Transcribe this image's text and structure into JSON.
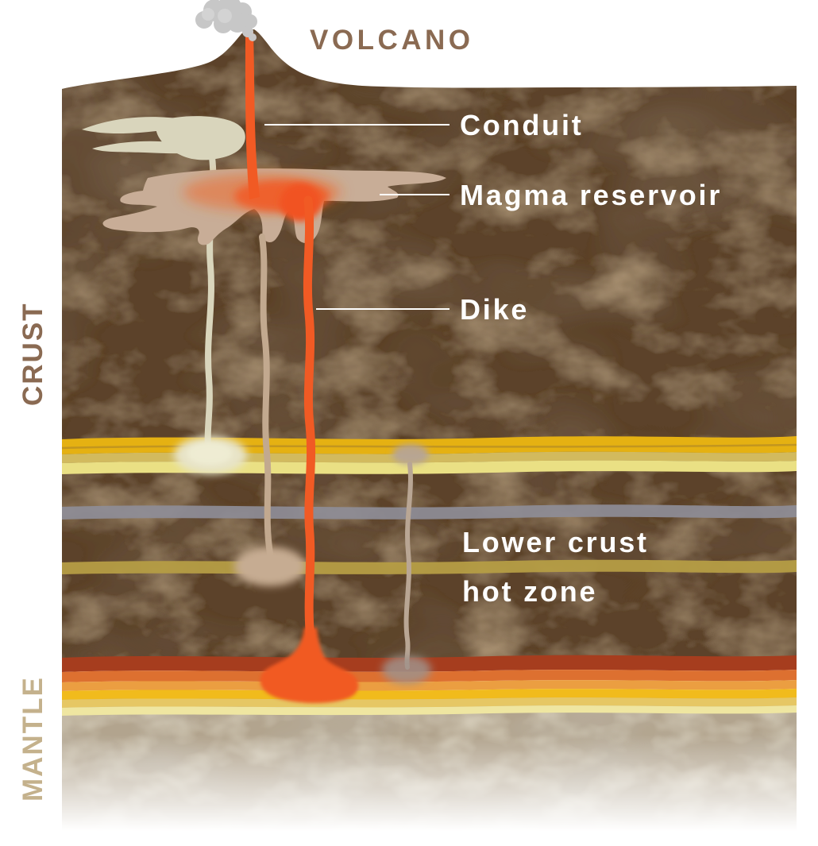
{
  "figure": {
    "title": "VOLCANO",
    "side_labels": {
      "crust": "CRUST",
      "mantle": "MANTLE"
    },
    "callouts": {
      "conduit": "Conduit",
      "magma_reservoir": "Magma reservoir",
      "dike": "Dike"
    },
    "zone_label": {
      "line1": "Lower crust",
      "line2": "hot zone"
    },
    "colors": {
      "title_brown": "#8a6a52",
      "crust_label_brown": "#8a6a52",
      "mantle_label_tan": "#c4b18c",
      "label_white": "#ffffff",
      "crust_brown": "#5c432b",
      "mantle_beige": "#b2a48e",
      "magma_orange": "#f15a24",
      "sill_cream": "#d9d5bc",
      "reservoir_tan": "#c8ad97",
      "band_gold": "#e5b112",
      "band_khaki": "#d2ba5e",
      "band_pale_yellow": "#eae084",
      "band_gray": "#8e8d97",
      "band_olive": "#b59d45",
      "moho_red": "#a63d1e",
      "moho_orange": "#dd7030",
      "moho_light_orange": "#eb9e41",
      "moho_gold": "#f1bb1c",
      "moho_amber": "#e6c764",
      "moho_pale": "#efe6a1",
      "smoke_gray": "#c7c7c7"
    }
  }
}
